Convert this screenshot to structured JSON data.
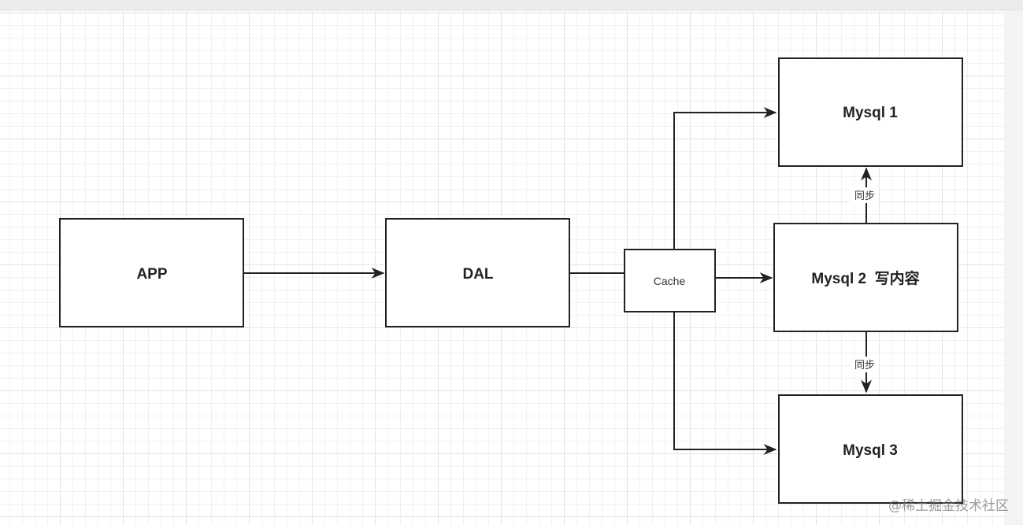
{
  "nodes": {
    "app": "APP",
    "dal": "DAL",
    "cache": "Cache",
    "mysql1": "Mysql 1",
    "mysql2": "Mysql 2  写内容",
    "mysql3": "Mysql 3"
  },
  "edges": {
    "sync_up_label": "同步",
    "sync_down_label": "同步"
  },
  "watermark": "@稀土掘金技术社区"
}
